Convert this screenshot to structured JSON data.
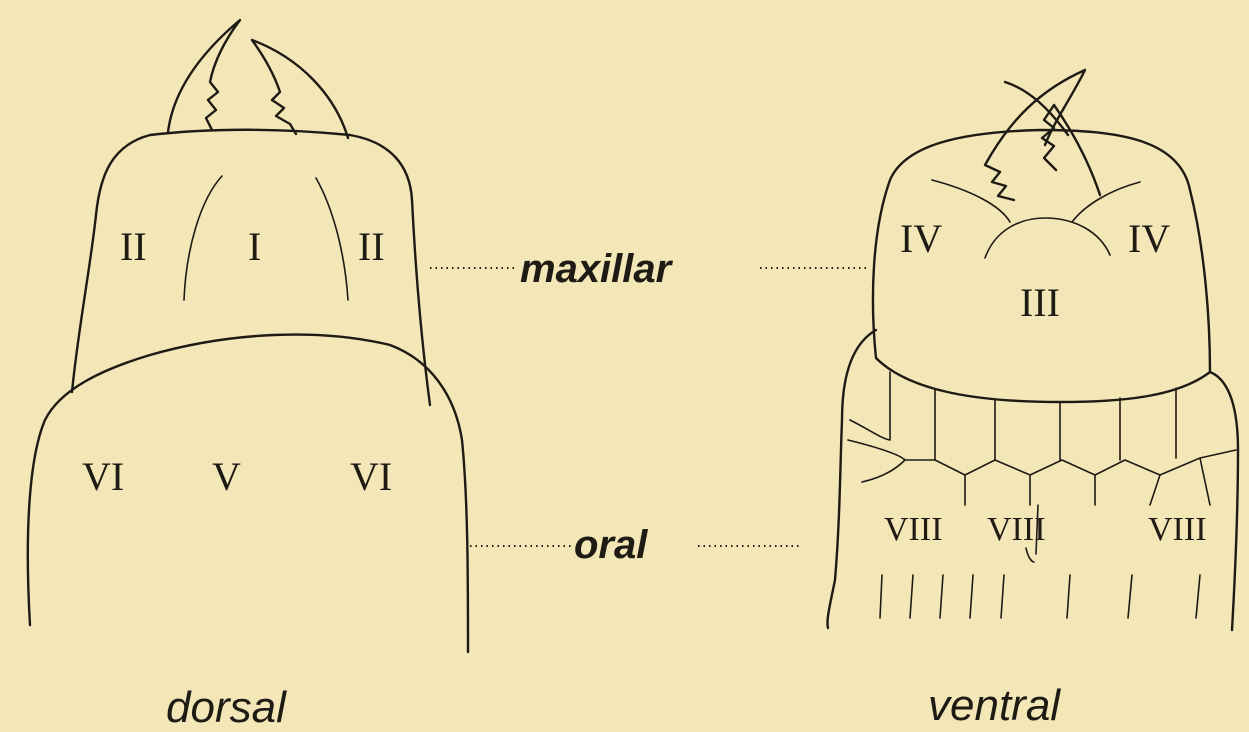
{
  "dorsal_view": {
    "caption": "dorsal",
    "upper_plate_labels": {
      "left": "II",
      "center": "I",
      "right": "II"
    },
    "lower_plate_labels": {
      "left": "VI",
      "center": "V",
      "right": "VI"
    }
  },
  "ventral_view": {
    "caption": "ventral",
    "upper_plate_labels": {
      "left": "IV",
      "right": "IV",
      "center": "III"
    },
    "lower_row_labels": [
      "VIII",
      "VIII",
      "VIII"
    ]
  },
  "region_labels": {
    "maxillar": "maxillar",
    "oral": "oral"
  },
  "colors": {
    "paper": "#f3e7b8",
    "ink": "#1e1a14"
  }
}
